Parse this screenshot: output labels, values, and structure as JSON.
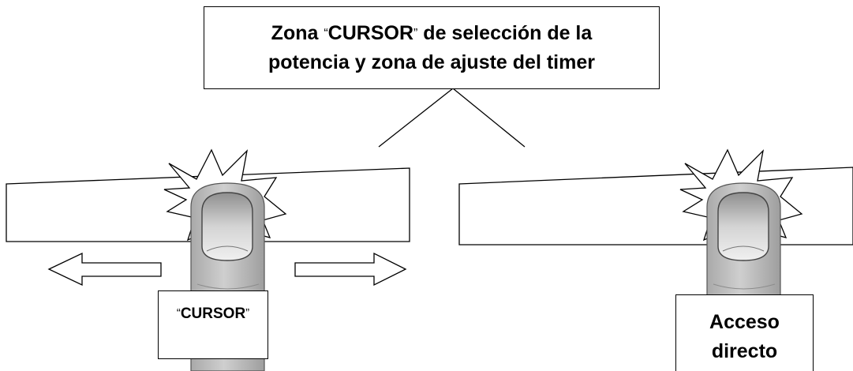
{
  "callouts": {
    "zone": {
      "line1_prefix": "Zona",
      "line1_quoted": "CURSOR",
      "line1_suffix": "de selección de la",
      "line2": "potencia y zona de ajuste del timer",
      "open_quote": "“",
      "close_quote": "”"
    },
    "cursor": {
      "open_quote": "“",
      "text": "CURSOR",
      "close_quote": "”"
    },
    "direct_access": {
      "line1": "Acceso",
      "line2": "directo"
    }
  },
  "colors": {
    "outline": "#000000",
    "background": "#ffffff",
    "finger": "#bdbdbd",
    "nail": "#d8d8d8"
  }
}
